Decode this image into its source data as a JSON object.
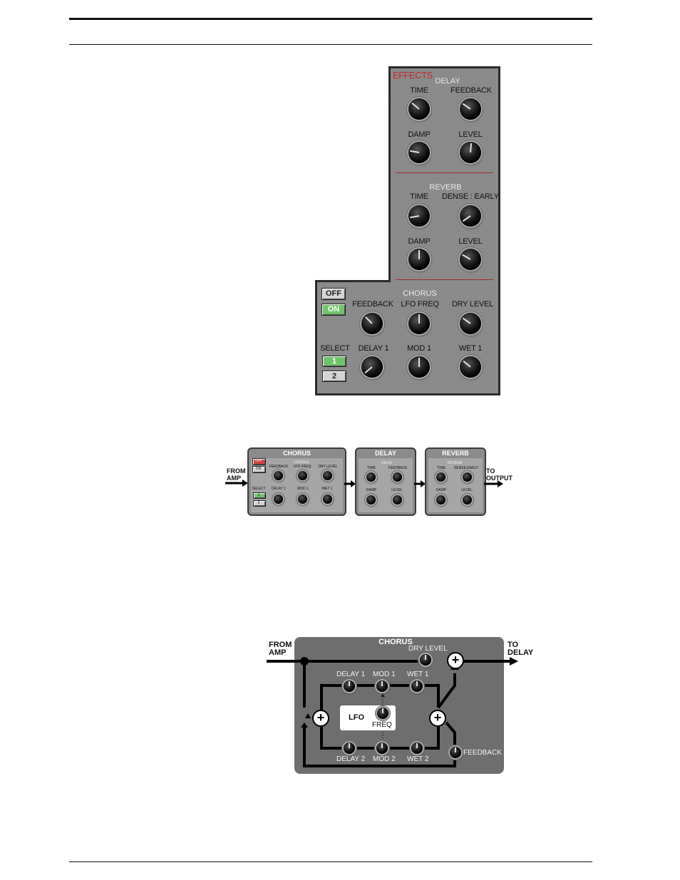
{
  "effects_panel": {
    "title": "EFFECTS",
    "delay": {
      "section": "DELAY",
      "time": "TIME",
      "feedback": "FEEDBACK",
      "damp": "DAMP",
      "level": "LEVEL"
    },
    "reverb": {
      "section": "REVERB",
      "time": "TIME",
      "dense_early": "DENSE : EARLY",
      "damp": "DAMP",
      "level": "LEVEL"
    },
    "chorus": {
      "section": "CHORUS",
      "off": "OFF",
      "on": "ON",
      "feedback": "FEEDBACK",
      "lfo_freq": "LFO FREQ",
      "dry_level": "DRY LEVEL",
      "select": "SELECT",
      "delay1": "DELAY 1",
      "mod1": "MOD 1",
      "wet1": "WET 1",
      "sel1": "1",
      "sel2": "2"
    }
  },
  "flow": {
    "from_amp": "FROM\nAMP",
    "to_output": "TO\nOUTPUT",
    "chorus": {
      "title": "CHORUS",
      "off": "OFF",
      "on": "ON",
      "feedback": "FEEDBACK",
      "inner": "CHORUS",
      "lfo_freq": "LFO FREQ",
      "dry_level": "DRY LEVEL",
      "select": "SELECT",
      "delay1": "DELAY 1",
      "mod1": "MOD 1",
      "wet1": "WET 1",
      "sel1": "1",
      "sel2": "2"
    },
    "delay": {
      "title": "DELAY",
      "inner": "DELAY",
      "time": "TIME",
      "feedback": "FEEDBACK",
      "damp": "DAMP",
      "level": "LEVEL"
    },
    "reverb": {
      "title": "REVERB",
      "inner": "REVERB",
      "time": "TIME",
      "dense_early": "DENSE:EARLY",
      "damp": "DAMP",
      "level": "LEVEL"
    }
  },
  "chorus_diagram": {
    "title": "CHORUS",
    "from_amp": "FROM\nAMP",
    "to_delay": "TO\nDELAY",
    "dry_level": "DRY LEVEL",
    "delay1": "DELAY 1",
    "mod1": "MOD 1",
    "wet1": "WET 1",
    "delay2": "DELAY 2",
    "mod2": "MOD 2",
    "wet2": "WET 2",
    "lfo": "LFO",
    "freq": "FREQ",
    "feedback": "FEEDBACK",
    "sum": "+"
  },
  "colors": {
    "accent_red": "#c0282a",
    "on_green": "#6fc46a",
    "panel_gray": "#8a8a8a",
    "diagram_gray": "#6e6e6e"
  }
}
